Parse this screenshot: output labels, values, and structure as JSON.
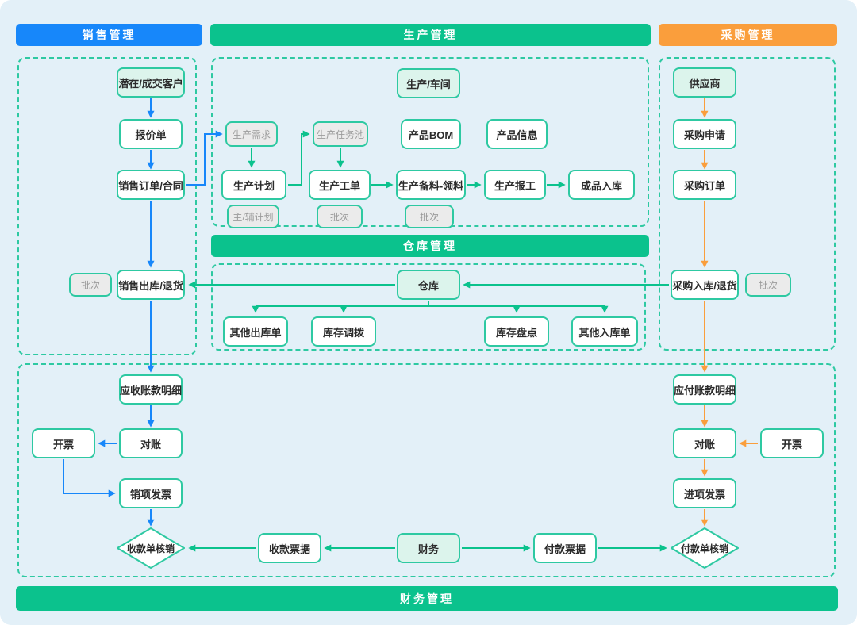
{
  "headers": {
    "sales": "销售管理",
    "production": "生产管理",
    "purchase": "采购管理",
    "warehouse": "仓库管理",
    "finance": "财务管理"
  },
  "colors": {
    "sales-blue": "#1787FA",
    "module-green": "#0BC28D",
    "purchase-orange": "#FA9E3C",
    "node-border": "#2EC9A2",
    "mint-fill": "#DCF4EC",
    "gray-fill": "#EBEBEB",
    "gray-text": "#9C9C9C",
    "canvas-bg": "#E3F0F8",
    "text-dark": "#2B2B2B"
  },
  "nodes": {
    "customer": "潜在/成交客户",
    "quotation": "报价单",
    "sales_order": "销售订单/合同",
    "batch_sales": "批次",
    "sales_outbound": "销售出库/退货",
    "ar_detail": "应收账款明细",
    "reconcile_sales": "对账",
    "invoice_sales": "开票",
    "sales_invoice": "销项发票",
    "receipt_writeoff": "收款单核销",
    "receipt_note": "收款票据",
    "finance": "财务",
    "payment_note": "付款票据",
    "payment_writeoff": "付款单核销",
    "workshop": "生产/车间",
    "prod_demand": "生产需求",
    "prod_task_pool": "生产任务池",
    "product_bom": "产品BOM",
    "product_info": "产品信息",
    "prod_plan": "生产计划",
    "main_aux_plan": "主/辅计划",
    "prod_work_order": "生产工单",
    "batch_work_order": "批次",
    "prod_material": "生产备料-领料",
    "batch_material": "批次",
    "prod_report": "生产报工",
    "finished_inbound": "成品入库",
    "warehouse": "仓库",
    "other_outbound": "其他出库单",
    "stock_transfer": "库存调拨",
    "stock_check": "库存盘点",
    "other_inbound": "其他入库单",
    "supplier": "供应商",
    "purchase_request": "采购申请",
    "purchase_order": "采购订单",
    "purchase_inbound": "采购入库/退货",
    "batch_purchase": "批次",
    "ap_detail": "应付账款明细",
    "reconcile_purchase": "对账",
    "invoice_purchase": "开票",
    "input_invoice": "进项发票"
  }
}
